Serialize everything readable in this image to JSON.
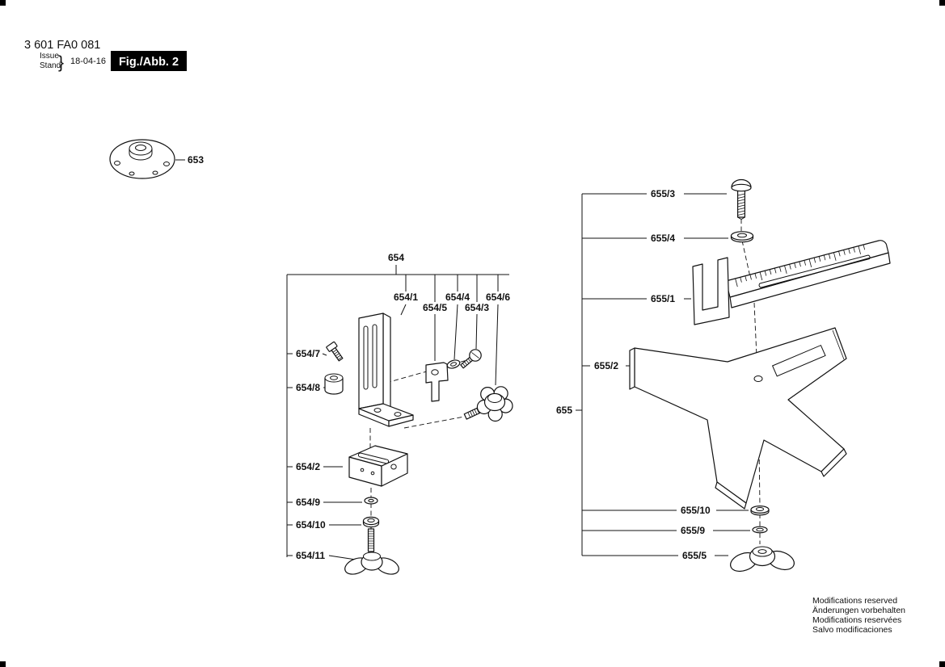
{
  "header": {
    "part_number": "3 601 FA0 081",
    "issue_label": "Issue",
    "stand_label": "Stand",
    "brace": "}",
    "date": "18-04-16",
    "figure_label": "Fig./Abb. 2"
  },
  "labels": {
    "l653": "653",
    "l654": "654",
    "l654_1": "654/1",
    "l654_2": "654/2",
    "l654_3": "654/3",
    "l654_4": "654/4",
    "l654_5": "654/5",
    "l654_6": "654/6",
    "l654_7": "654/7",
    "l654_8": "654/8",
    "l654_9": "654/9",
    "l654_10": "654/10",
    "l654_11": "654/11",
    "l655": "655",
    "l655_1": "655/1",
    "l655_2": "655/2",
    "l655_3": "655/3",
    "l655_4": "655/4",
    "l655_5": "655/5",
    "l655_9": "655/9",
    "l655_10": "655/10"
  },
  "footer": {
    "line1": "Modifications reserved",
    "line2": "Änderungen vorbehalten",
    "line3": "Modifications reservées",
    "line4": "Salvo modificaciones"
  }
}
